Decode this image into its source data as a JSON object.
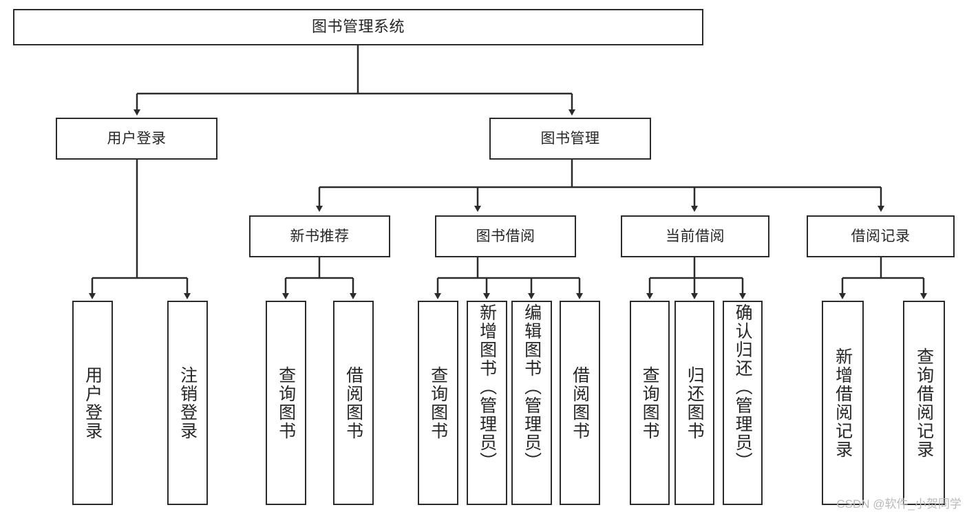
{
  "diagram": {
    "type": "hierarchy-tree",
    "title": "图书管理系统",
    "root": {
      "id": "root",
      "label": "图书管理系统"
    },
    "level2": [
      {
        "id": "user-login",
        "label": "用户登录"
      },
      {
        "id": "book-management",
        "label": "图书管理"
      }
    ],
    "level3": [
      {
        "id": "new-book-recommend",
        "label": "新书推荐",
        "parent": "book-management"
      },
      {
        "id": "book-borrow",
        "label": "图书借阅",
        "parent": "book-management"
      },
      {
        "id": "current-borrow",
        "label": "当前借阅",
        "parent": "book-management"
      },
      {
        "id": "borrow-record",
        "label": "借阅记录",
        "parent": "book-management"
      }
    ],
    "leaves": {
      "user-login": [
        {
          "id": "leaf-user-login",
          "label": "用户登录"
        },
        {
          "id": "leaf-user-logout",
          "label": "注销登录"
        }
      ],
      "new-book-recommend": [
        {
          "id": "leaf-query-book-1",
          "label": "查询图书"
        },
        {
          "id": "leaf-borrow-book-1",
          "label": "借阅图书"
        }
      ],
      "book-borrow": [
        {
          "id": "leaf-query-book-2",
          "label": "查询图书"
        },
        {
          "id": "leaf-add-book",
          "label": "新增图书（管理员）"
        },
        {
          "id": "leaf-edit-book",
          "label": "编辑图书（管理员）"
        },
        {
          "id": "leaf-borrow-book-2",
          "label": "借阅图书"
        }
      ],
      "current-borrow": [
        {
          "id": "leaf-query-book-3",
          "label": "查询图书"
        },
        {
          "id": "leaf-return-book",
          "label": "归还图书"
        },
        {
          "id": "leaf-confirm-return",
          "label": "确认归还（管理员）"
        }
      ],
      "borrow-record": [
        {
          "id": "leaf-add-record",
          "label": "新增借阅记录"
        },
        {
          "id": "leaf-query-record",
          "label": "查询借阅记录"
        }
      ]
    },
    "colors": {
      "stroke": "#2b2b2b",
      "fill": "#ffffff",
      "text": "#262626",
      "watermark": "#b9b9b9"
    }
  },
  "watermark": {
    "text": "CSDN @软件_小贺同学"
  }
}
